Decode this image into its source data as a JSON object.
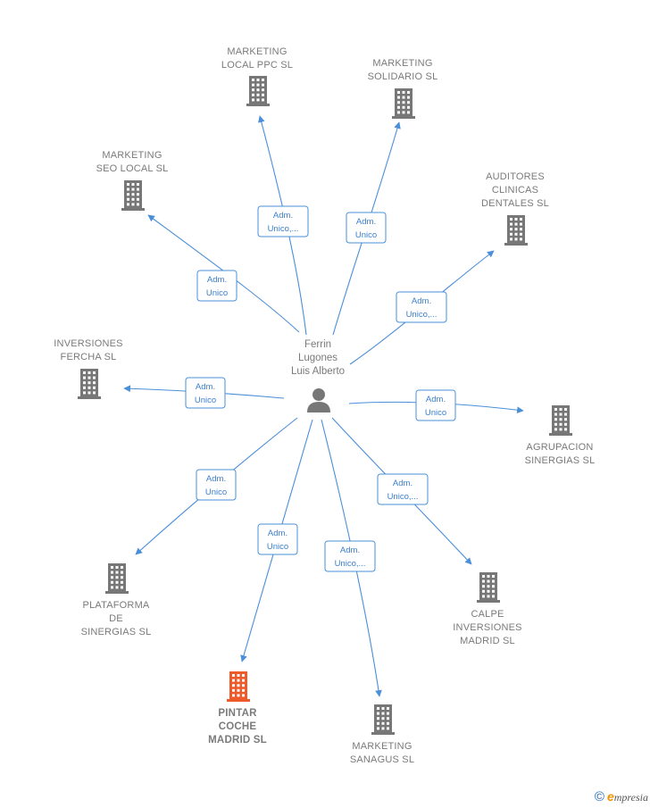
{
  "center": {
    "name_lines": [
      "Ferrin",
      "Lugones",
      "Luis Alberto"
    ],
    "icon": "person-icon"
  },
  "colors": {
    "edge": "#4a8fd8",
    "building": "#777777",
    "highlight": "#ef5a2a",
    "label": "#7a7a7a"
  },
  "companies": [
    {
      "id": "marketing-local-ppc",
      "lines": [
        "MARKETING",
        "LOCAL PPC  SL"
      ],
      "highlight": false,
      "rel": [
        "Adm.",
        "Unico,..."
      ]
    },
    {
      "id": "marketing-solidario",
      "lines": [
        "MARKETING",
        "SOLIDARIO  SL"
      ],
      "highlight": false,
      "rel": [
        "Adm.",
        "Unico"
      ]
    },
    {
      "id": "marketing-seo-local",
      "lines": [
        "MARKETING",
        "SEO LOCAL  SL"
      ],
      "highlight": false,
      "rel": [
        "Adm.",
        "Unico"
      ]
    },
    {
      "id": "auditores-clinicas-dentales",
      "lines": [
        "AUDITORES",
        "CLINICAS",
        "DENTALES  SL"
      ],
      "highlight": false,
      "rel": [
        "Adm.",
        "Unico,..."
      ]
    },
    {
      "id": "inversiones-fercha",
      "lines": [
        "INVERSIONES",
        "FERCHA  SL"
      ],
      "highlight": false,
      "rel": [
        "Adm.",
        "Unico"
      ]
    },
    {
      "id": "agrupacion-sinergias",
      "lines": [
        "AGRUPACION",
        "SINERGIAS  SL"
      ],
      "highlight": false,
      "rel": [
        "Adm.",
        "Unico"
      ]
    },
    {
      "id": "plataforma-de-sinergias",
      "lines": [
        "PLATAFORMA",
        "DE",
        "SINERGIAS  SL"
      ],
      "highlight": false,
      "rel": [
        "Adm.",
        "Unico"
      ]
    },
    {
      "id": "calpe-inversiones-madrid",
      "lines": [
        "CALPE",
        "INVERSIONES",
        "MADRID  SL"
      ],
      "highlight": false,
      "rel": [
        "Adm.",
        "Unico,..."
      ]
    },
    {
      "id": "pintar-coche-madrid",
      "lines": [
        "PINTAR",
        "COCHE",
        "MADRID  SL"
      ],
      "highlight": true,
      "rel": [
        "Adm.",
        "Unico"
      ]
    },
    {
      "id": "marketing-sanagus",
      "lines": [
        "MARKETING",
        "SANAGUS  SL"
      ],
      "highlight": false,
      "rel": [
        "Adm.",
        "Unico,..."
      ]
    }
  ],
  "footer": {
    "copyright": "©",
    "brand_initial": "e",
    "brand_rest": "mpresia"
  }
}
